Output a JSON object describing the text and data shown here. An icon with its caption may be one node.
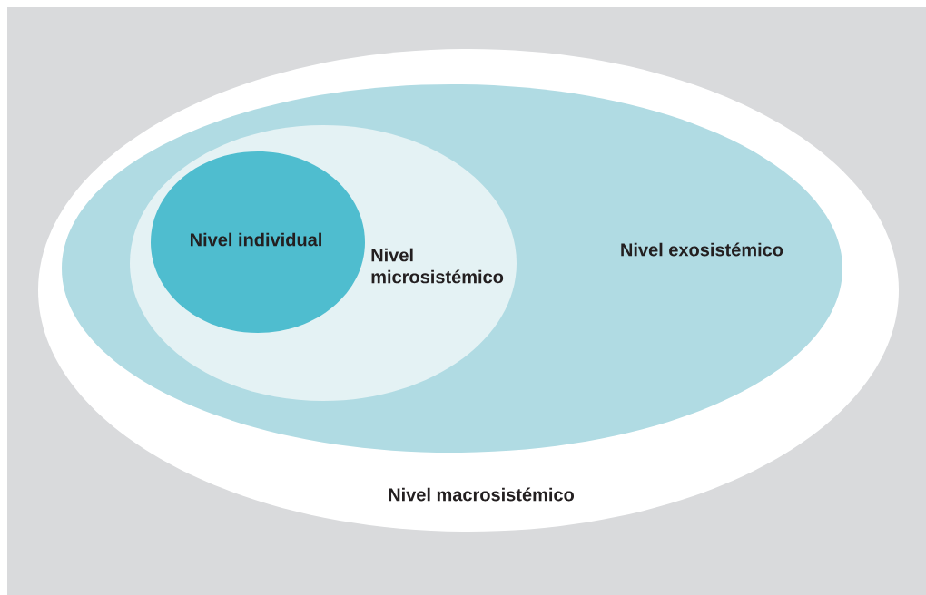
{
  "diagram": {
    "nodes": [
      {
        "text": [
          "Nivel macrosistémico"
        ]
      },
      {
        "text": [
          "Nivel exosistémico"
        ],
        "in": 0
      },
      {
        "text": [
          "Nivel microsistémico"
        ],
        "in": 1
      },
      {
        "text": [
          "Nivel individual"
        ],
        "in": 2
      }
    ]
  }
}
